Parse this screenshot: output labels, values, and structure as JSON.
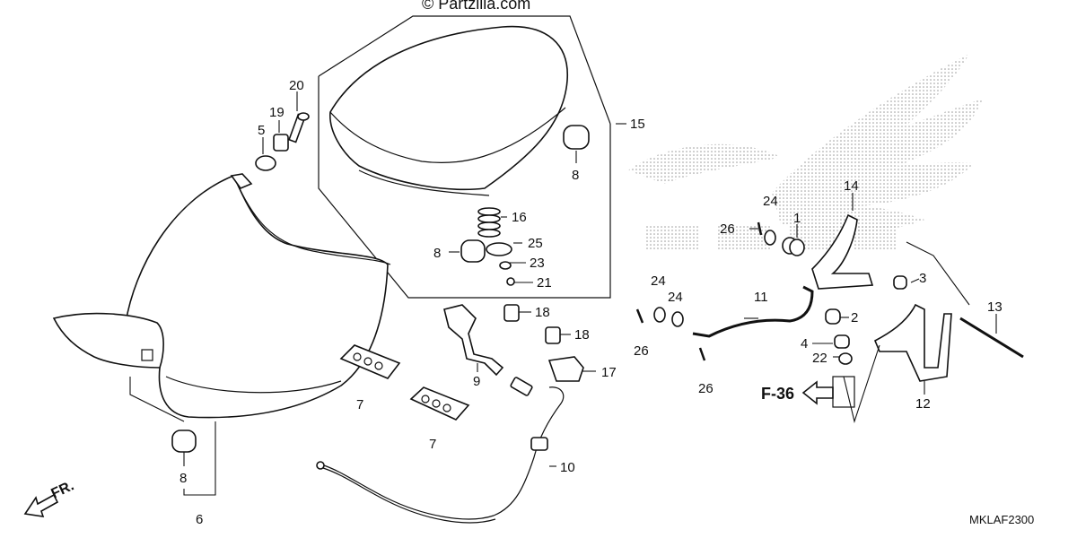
{
  "watermark": "© Partzilla.com",
  "diagram_code": "MKLAF2300",
  "front_indicator": "FR.",
  "section_ref": "F-36",
  "callouts": {
    "c20": "20",
    "c19": "19",
    "c5": "5",
    "c15": "15",
    "c8a": "8",
    "c8b": "8",
    "c8c": "8",
    "c16": "16",
    "c25": "25",
    "c23": "23",
    "c21": "21",
    "c18a": "18",
    "c18b": "18",
    "c9": "9",
    "c17": "17",
    "c7a": "7",
    "c7b": "7",
    "c6": "6",
    "c10": "10",
    "c24a": "24",
    "c24b": "24",
    "c24c": "24",
    "c26a": "26",
    "c26b": "26",
    "c26c": "26",
    "c11": "11",
    "c14": "14",
    "c1": "1",
    "c3": "3",
    "c2": "2",
    "c4": "4",
    "c22": "22",
    "c13": "13",
    "c12": "12"
  },
  "colors": {
    "line": "#111111",
    "background": "#ffffff",
    "dots": "#9a9a9a"
  }
}
